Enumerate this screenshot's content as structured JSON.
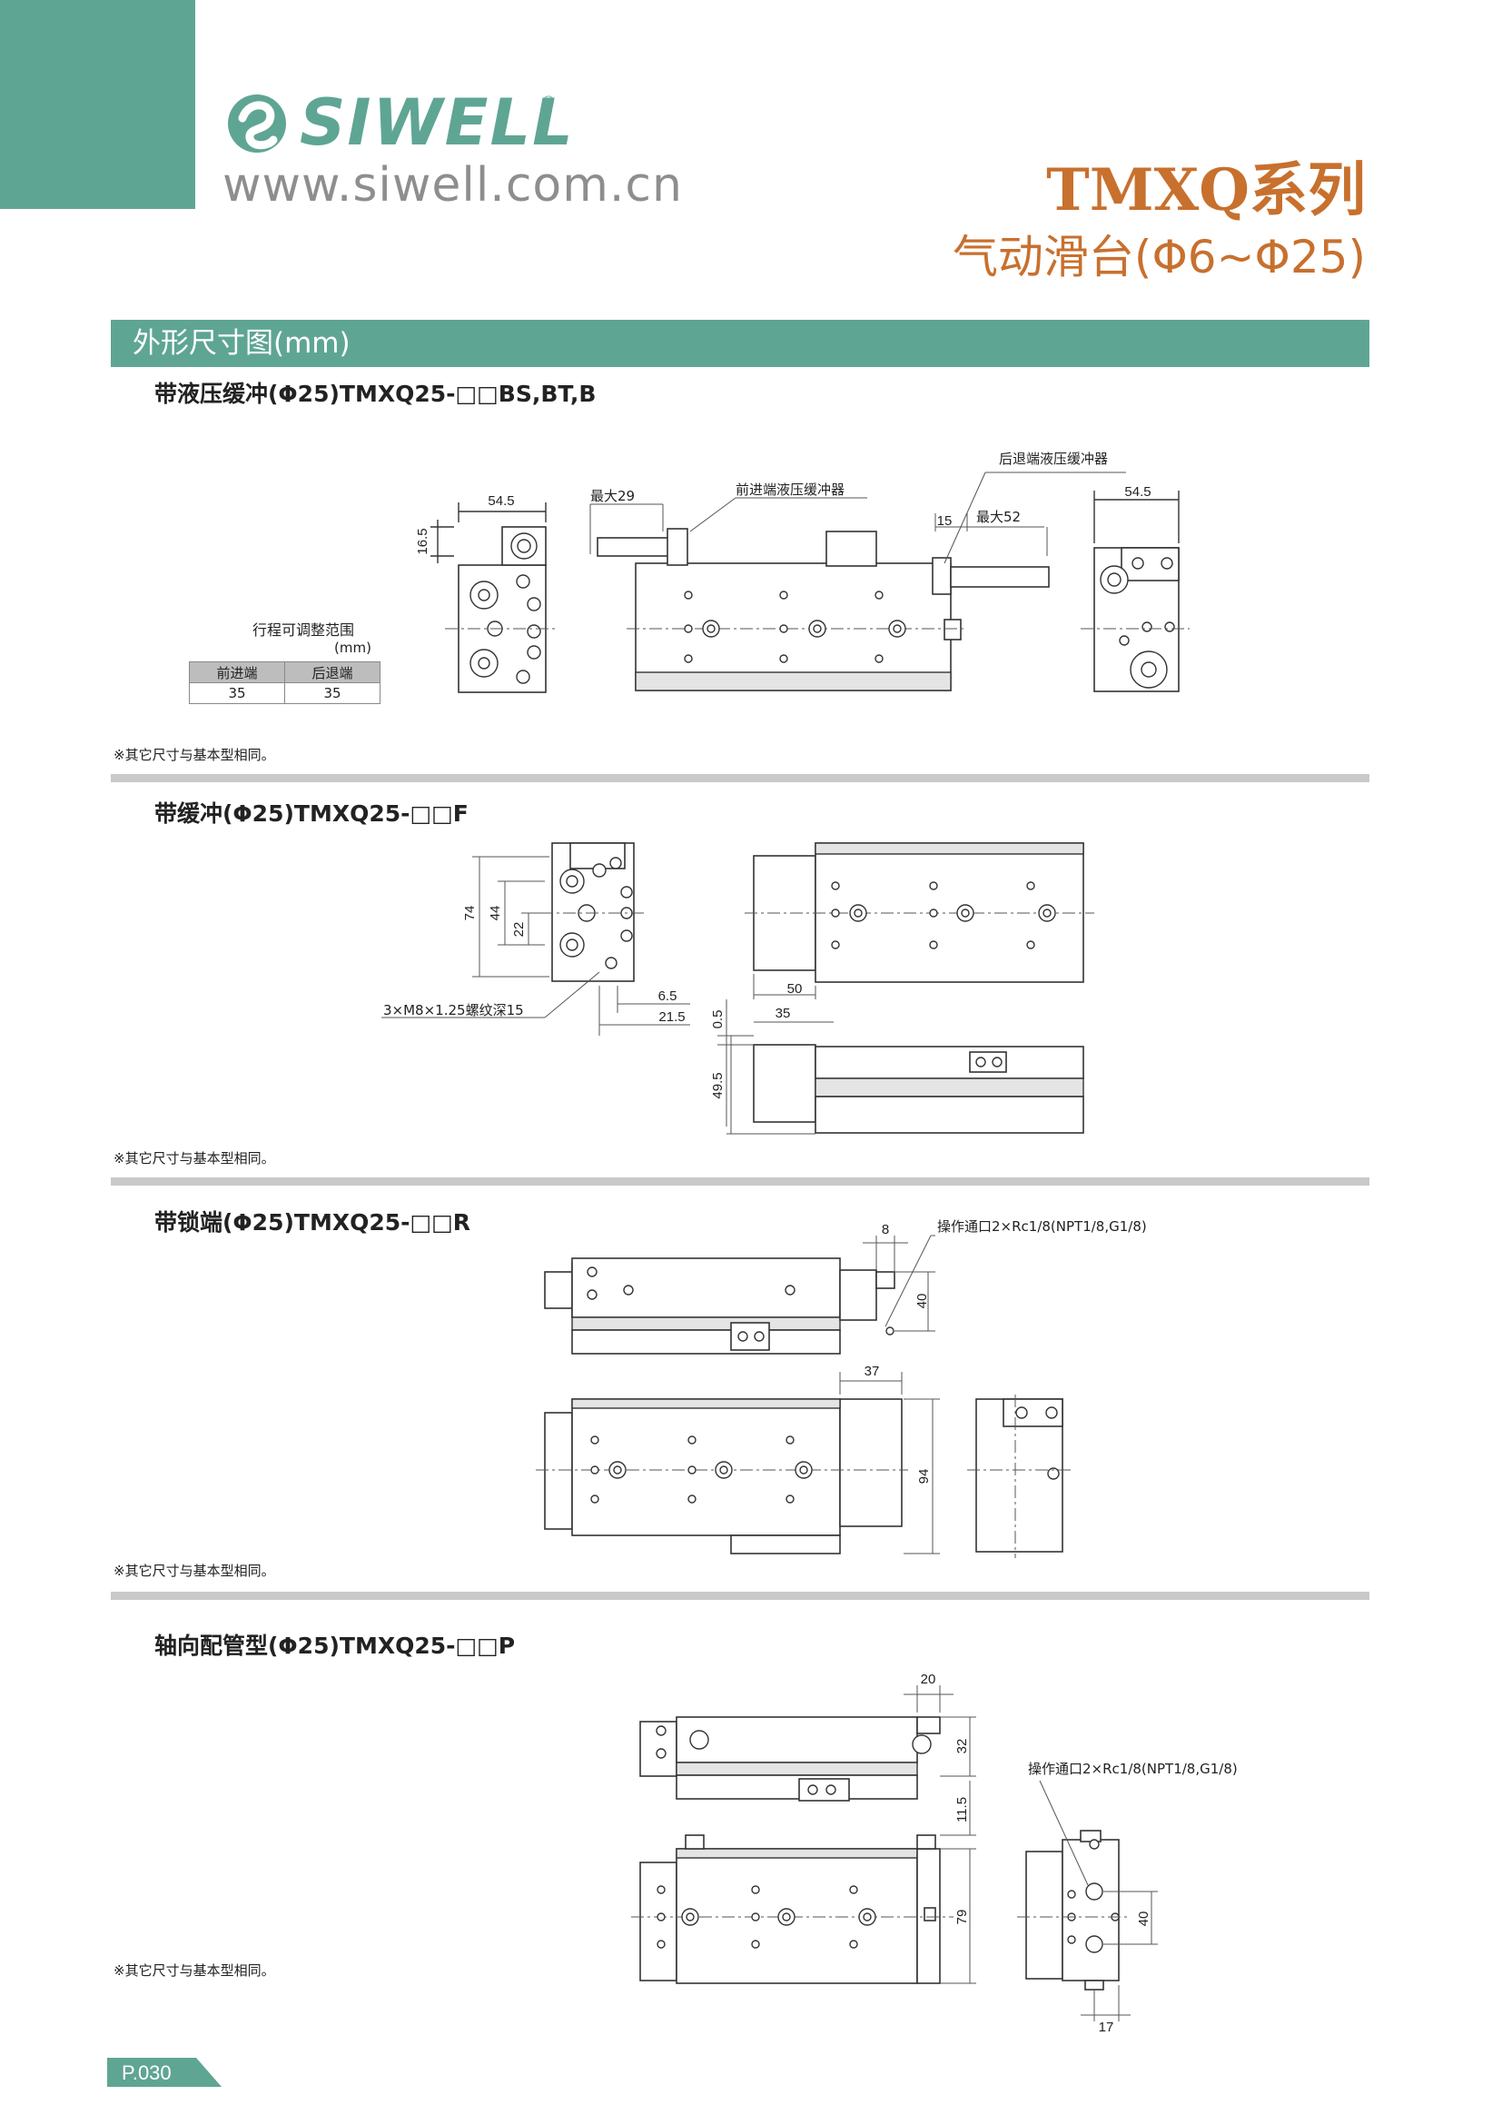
{
  "brand": {
    "name": "SIWELL",
    "reg": "®",
    "url": "www.siwell.com.cn"
  },
  "header": {
    "series": "TMXQ系列",
    "subtitle": "气动滑台(Φ6~Φ25)"
  },
  "section_band": "外形尺寸图(mm)",
  "icons": [
    "siwell-logo-icon"
  ],
  "colors": {
    "accent": "#5fa594",
    "title": "#c8702e",
    "rule": "#c9c9c9"
  },
  "sections": [
    {
      "title": "带液压缓冲(Φ25)TMXQ25-□□BS,BT,B",
      "note": "※其它尺寸与基本型相同。",
      "dims": {
        "d545a": "54.5",
        "d165": "16.5",
        "max29": "最大29",
        "front_buffer": "前进端液压缓冲器",
        "rear_buffer": "后退端液压缓冲器",
        "d15": "15",
        "max52": "最大52",
        "d545b": "54.5"
      },
      "table": {
        "caption": "行程可调整范围",
        "unit": "(mm)",
        "headers": [
          "前进端",
          "后退端"
        ],
        "row": [
          "35",
          "35"
        ]
      }
    },
    {
      "title": "带缓冲(Φ25)TMXQ25-□□F",
      "note": "※其它尺寸与基本型相同。",
      "dims": {
        "d74": "74",
        "d44": "44",
        "d22": "22",
        "thread": "3×M8×1.25螺纹深15",
        "d65": "6.5",
        "d215": "21.5",
        "d50": "50",
        "d05": "0.5",
        "d35": "35",
        "d495": "49.5"
      }
    },
    {
      "title": "带锁端(Φ25)TMXQ25-□□R",
      "note": "※其它尺寸与基本型相同。",
      "dims": {
        "d8": "8",
        "port": "操作通口2×Rc1/8(NPT1/8,G1/8)",
        "d40": "40",
        "d37": "37",
        "d94": "94"
      }
    },
    {
      "title": "轴向配管型(Φ25)TMXQ25-□□P",
      "note": "※其它尺寸与基本型相同。",
      "dims": {
        "d20": "20",
        "d32": "32",
        "d115": "11.5",
        "d79": "79",
        "port": "操作通口2×Rc1/8(NPT1/8,G1/8)",
        "d40": "40",
        "d17": "17"
      }
    }
  ],
  "page_number": "P.030"
}
